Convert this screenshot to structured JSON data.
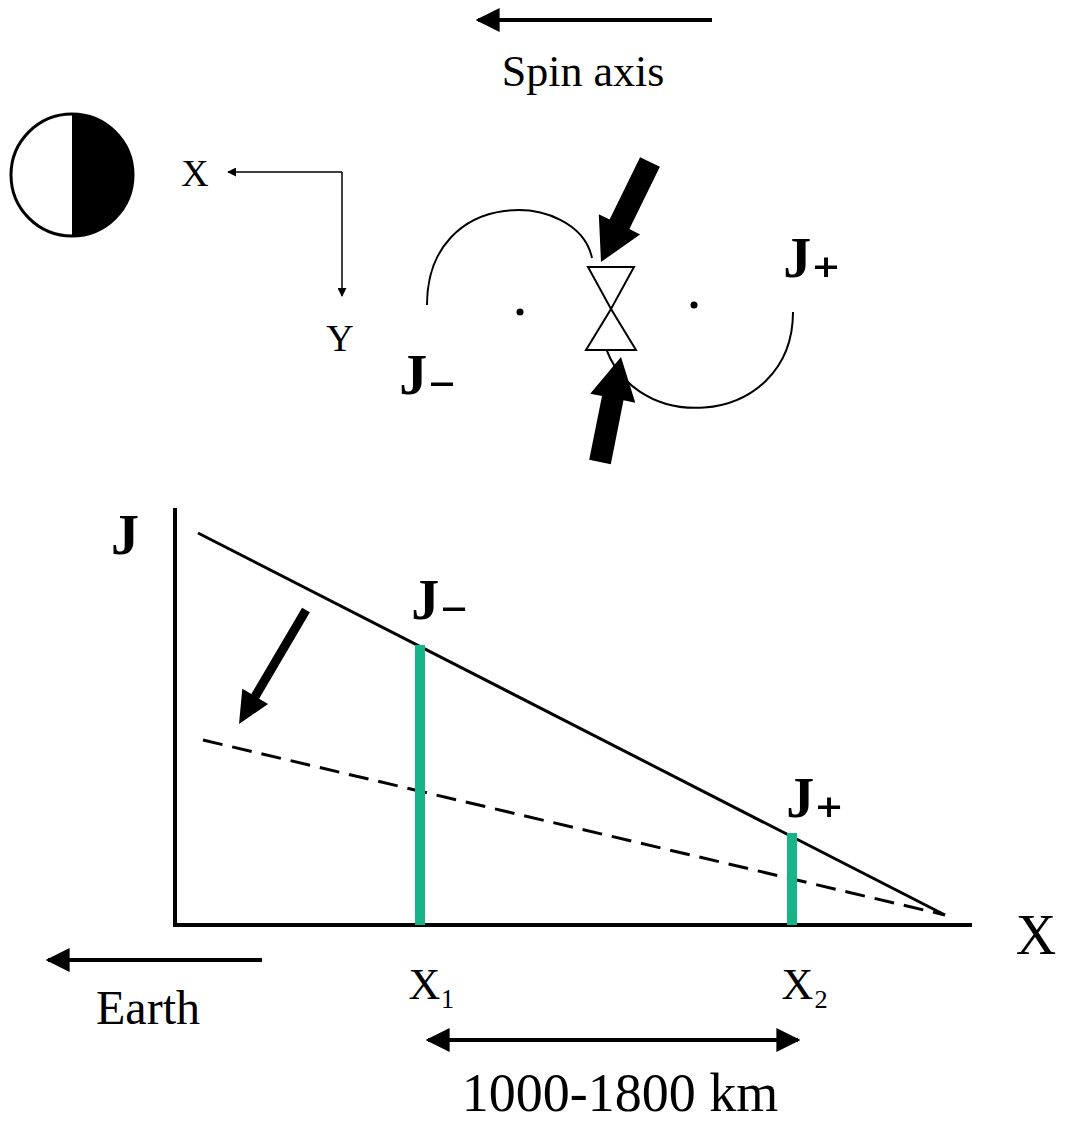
{
  "diagram": {
    "labels": [
      "Spin axis",
      "X",
      "Y",
      "J₋",
      "J₊",
      "J",
      "J₋",
      "J₊",
      "X",
      "Earth",
      "X₁",
      "X₂",
      "1000-1800 km"
    ]
  }
}
